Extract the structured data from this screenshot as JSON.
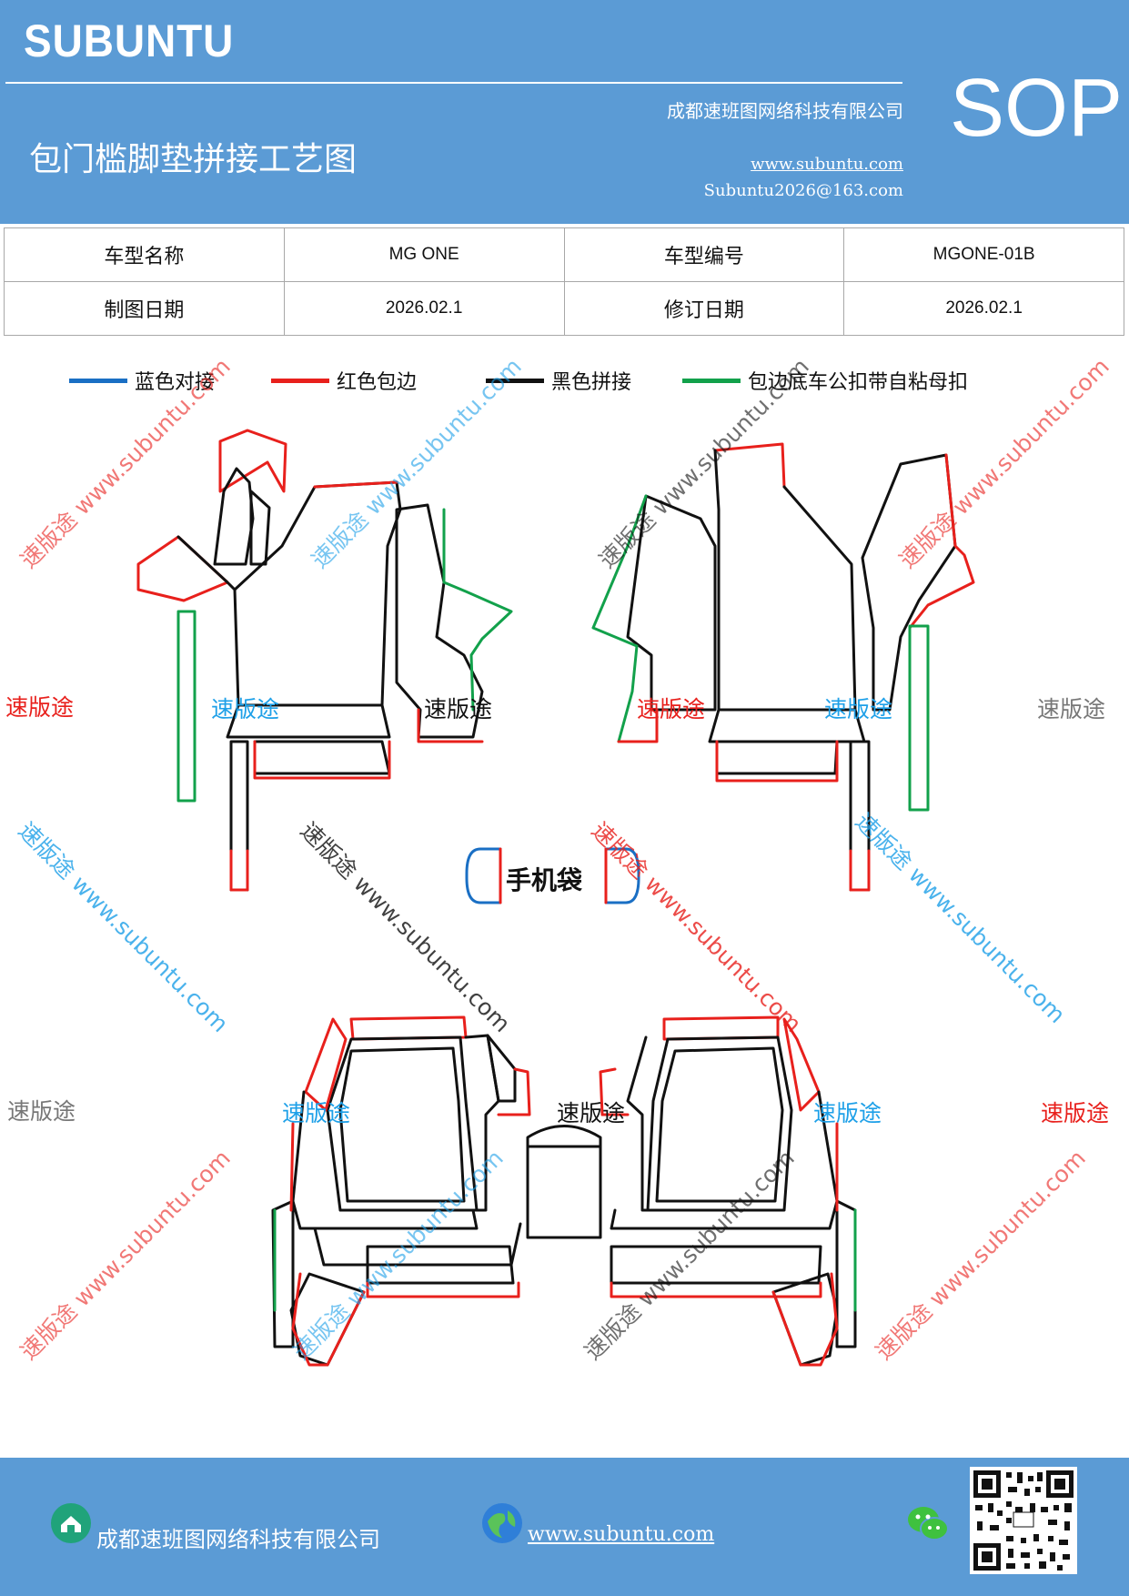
{
  "header": {
    "brand": "SUBUNTU",
    "company": "成都速班图网络科技有限公司",
    "title": "包门槛脚垫拼接工艺图",
    "website": "www.subuntu.com",
    "email": "Subuntu2026@163.com",
    "sop": "SOP",
    "color": "#5b9bd5"
  },
  "info_table": {
    "rows": [
      {
        "label1": "车型名称",
        "value1": "MG ONE",
        "label2": "车型编号",
        "value2": "MGONE-01B"
      },
      {
        "label1": "制图日期",
        "value1": "2026.02.1",
        "label2": "修订日期",
        "value2": "2026.02.1"
      }
    ]
  },
  "legend": [
    {
      "label": "蓝色对接",
      "color": "#1a6fc4"
    },
    {
      "label": "红色包边",
      "color": "#e8201c"
    },
    {
      "label": "黑色拼接",
      "color": "#111111"
    },
    {
      "label": "包边底车公扣带自粘母扣",
      "color": "#12a14b"
    }
  ],
  "diagram": {
    "phone_bag_label": "手机袋"
  },
  "watermarks": {
    "brand": "速版途",
    "diagonal": "速版途 www.subuntu.com",
    "colors": {
      "red": "#e8201c",
      "blue": "#1ea0e8",
      "gray": "#777777",
      "black": "#111111"
    }
  },
  "footer": {
    "company": "成都速班图网络科技有限公司",
    "website": "www.subuntu.com",
    "icons": [
      "company-icon",
      "globe-icon",
      "wechat-icon",
      "qr-code"
    ]
  }
}
